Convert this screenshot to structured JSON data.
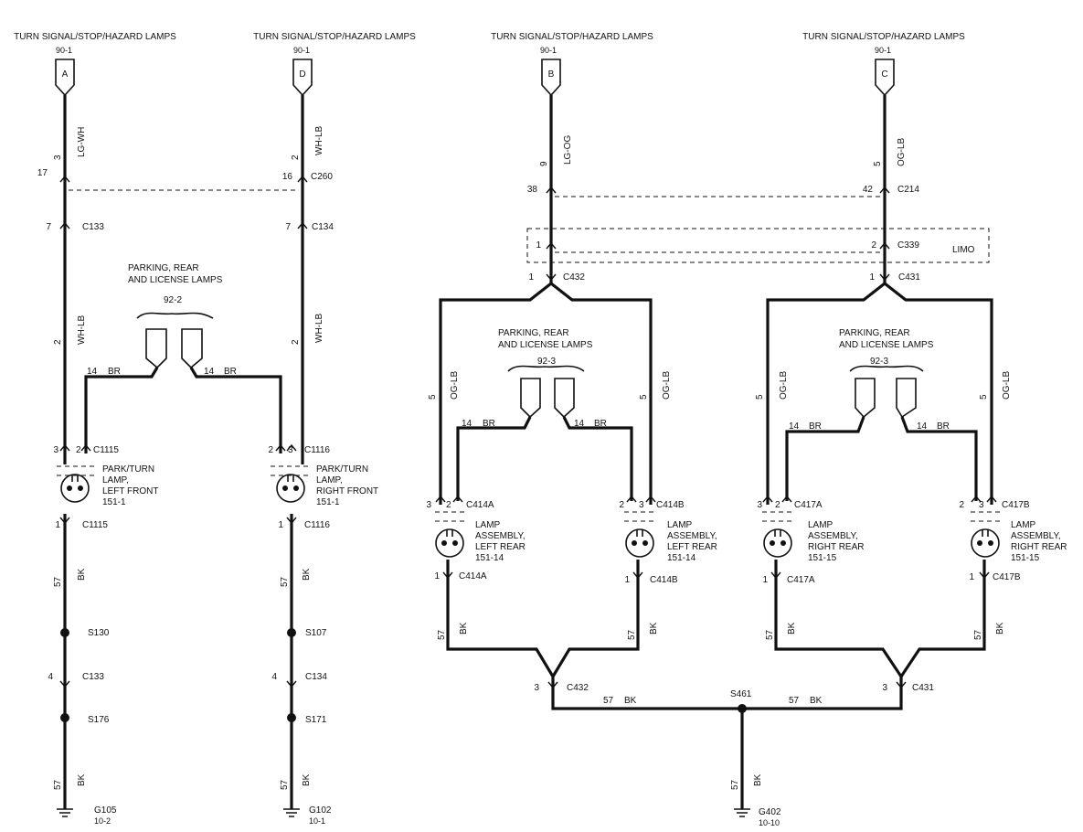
{
  "title_text": "TURN SIGNAL/STOP/HAZARD LAMPS",
  "ref_90": "90-1",
  "connectors": {
    "a": "A",
    "d": "D",
    "b": "B",
    "c": "C"
  },
  "wires": {
    "lgwh": "LG-WH",
    "whlb": "WH-LB",
    "lgog": "LG-OG",
    "oglb": "OG-LB",
    "bk": "BK",
    "br": "BR",
    "n3": "3",
    "n2": "2",
    "n9": "9",
    "n5": "5",
    "n14": "14",
    "n57": "57"
  },
  "pins": {
    "p17": "17",
    "p16": "16",
    "p7": "7",
    "p38": "38",
    "p42": "42",
    "p1": "1",
    "p2": "2",
    "p3": "3",
    "p4": "4"
  },
  "conn": {
    "c260": "C260",
    "c133": "C133",
    "c134": "C134",
    "c214": "C214",
    "c339": "C339",
    "c432": "C432",
    "c431": "C431",
    "c1115": "C1115",
    "c1116": "C1116",
    "c414a": "C414A",
    "c414b": "C414B",
    "c417a": "C417A",
    "c417b": "C417B"
  },
  "limo": "LIMO",
  "parking_1": "PARKING, REAR",
  "parking_2": "AND LICENSE LAMPS",
  "ref_92_2": "92-2",
  "ref_92_3": "92-3",
  "park_turn": "PARK/TURN",
  "lamp_comma": "LAMP,",
  "lamp": "LAMP",
  "assembly": "ASSEMBLY,",
  "left_front": "LEFT FRONT",
  "right_front": "RIGHT FRONT",
  "left_rear": "LEFT REAR",
  "right_rear": "RIGHT REAR",
  "ref_151_1": "151-1",
  "ref_151_14": "151-14",
  "ref_151_15": "151-15",
  "splices": {
    "s130": "S130",
    "s107": "S107",
    "s176": "S176",
    "s171": "S171",
    "s461": "S461"
  },
  "grounds": {
    "g105": "G105",
    "g102": "G102",
    "g402": "G402",
    "r105": "10-2",
    "r102": "10-1",
    "r402": "10-10"
  },
  "colors": {
    "ink": "#111111",
    "background": "#ffffff"
  },
  "icons": [
    "connector-flag-icon",
    "lamp-bulb-icon",
    "ground-icon",
    "splice-dot-icon",
    "connector-arrow-icon"
  ]
}
